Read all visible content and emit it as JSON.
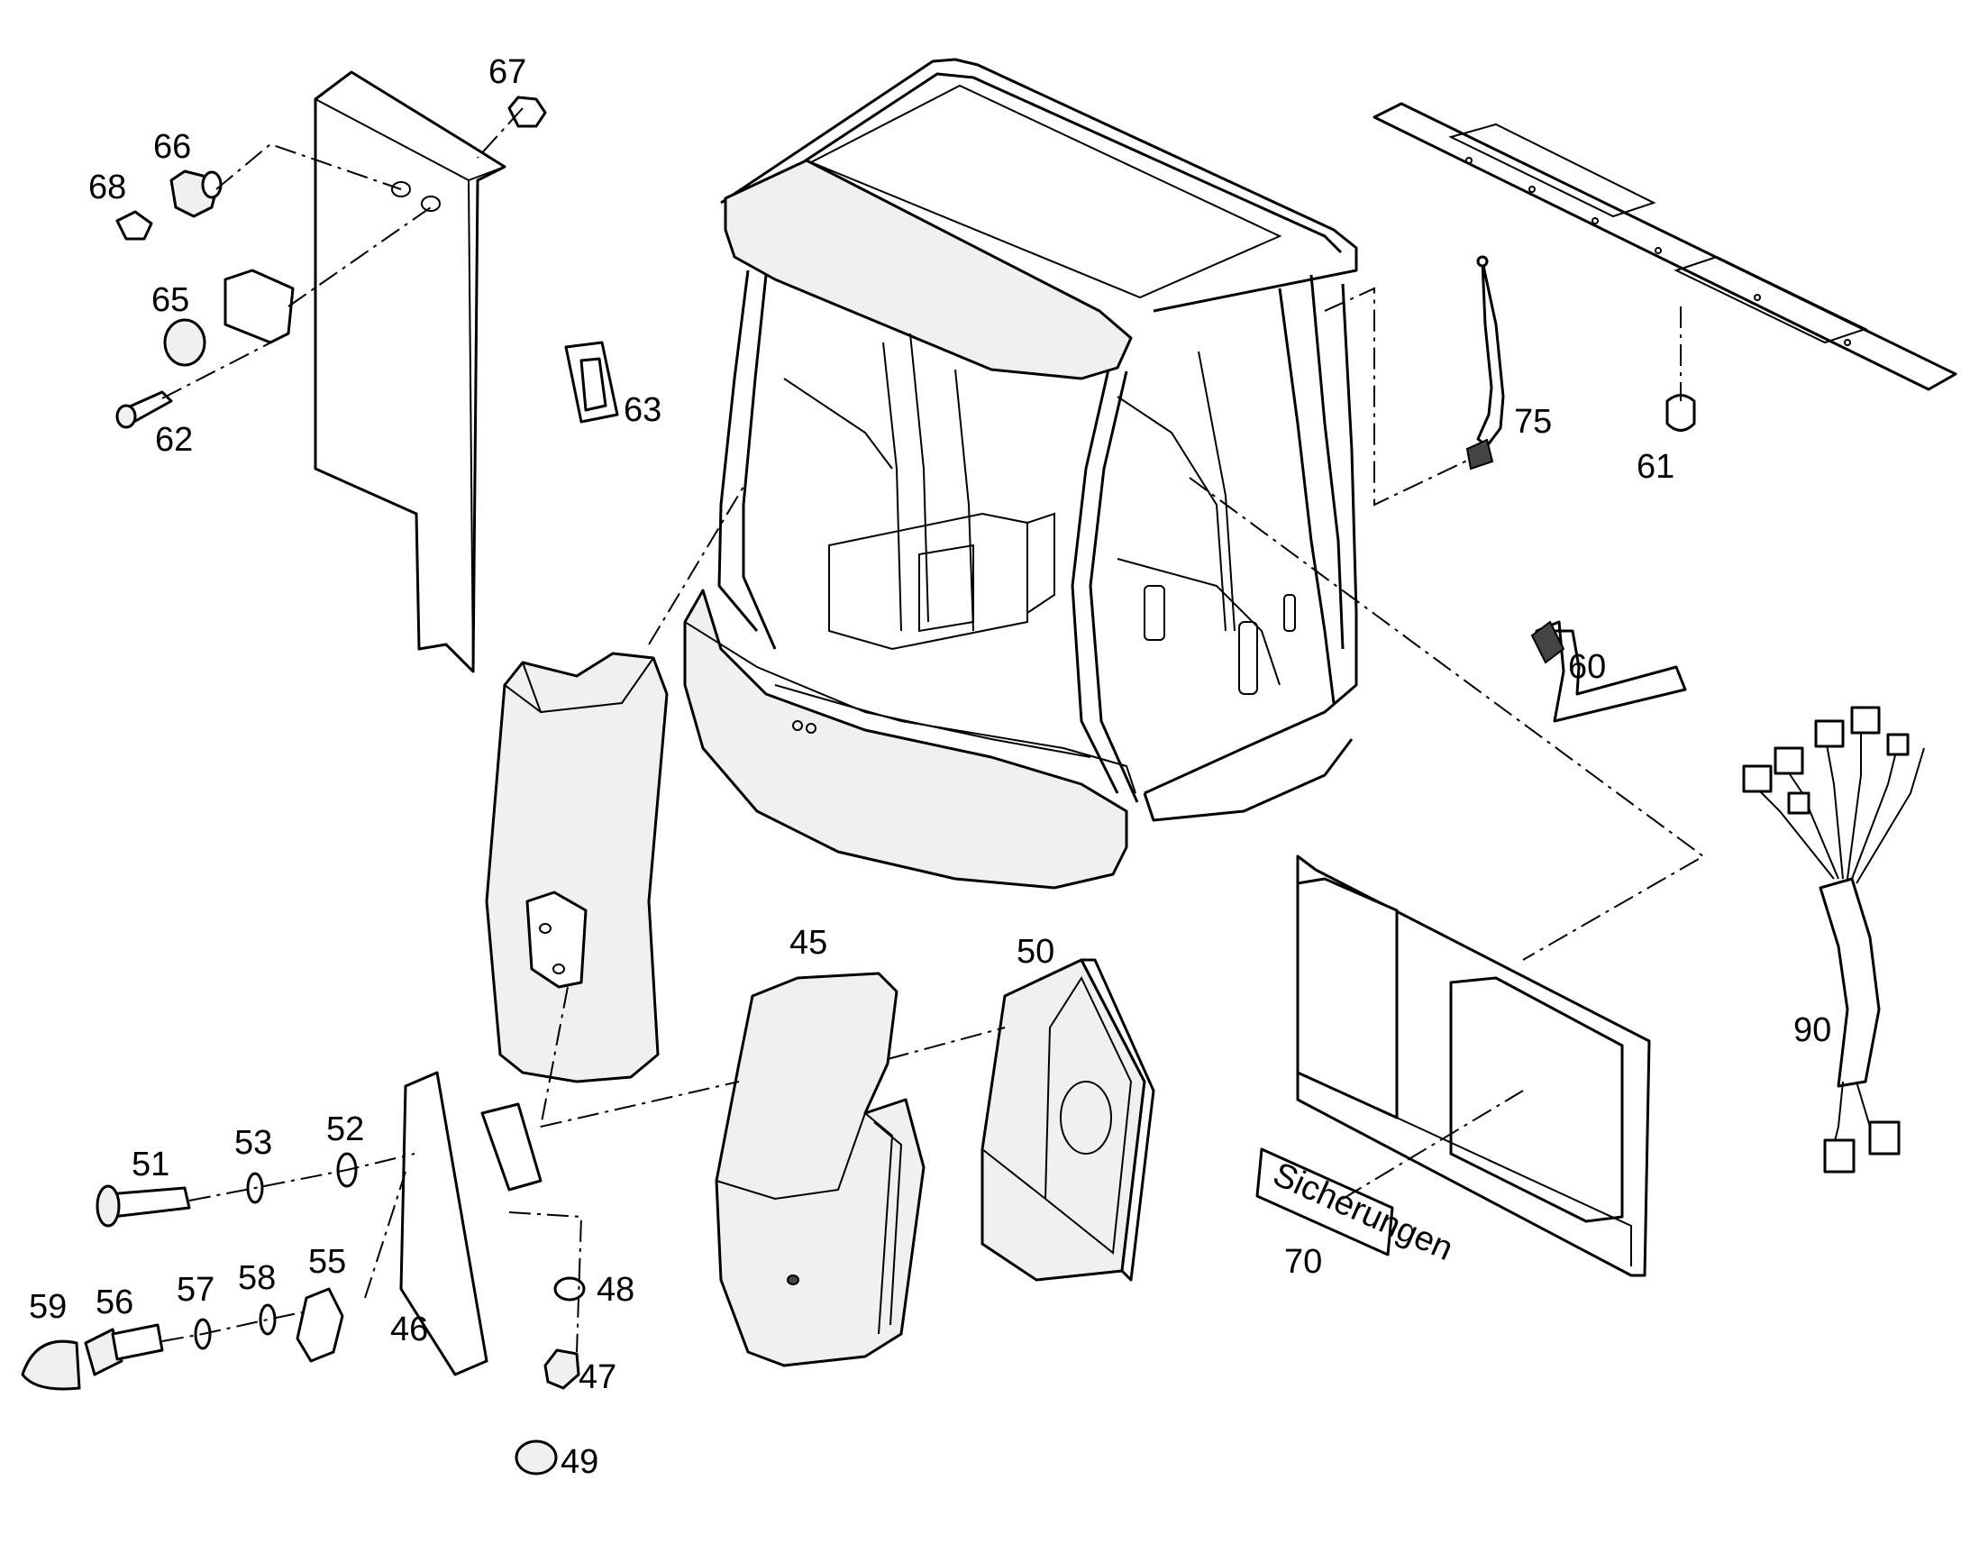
{
  "diagram": {
    "parts": [
      {
        "id": "p45",
        "label": "45"
      },
      {
        "id": "p46",
        "label": "46"
      },
      {
        "id": "p47",
        "label": "47"
      },
      {
        "id": "p48",
        "label": "48"
      },
      {
        "id": "p49",
        "label": "49"
      },
      {
        "id": "p50",
        "label": "50"
      },
      {
        "id": "p51",
        "label": "51"
      },
      {
        "id": "p52",
        "label": "52"
      },
      {
        "id": "p53",
        "label": "53"
      },
      {
        "id": "p55",
        "label": "55"
      },
      {
        "id": "p56",
        "label": "56"
      },
      {
        "id": "p57",
        "label": "57"
      },
      {
        "id": "p58",
        "label": "58"
      },
      {
        "id": "p59",
        "label": "59"
      },
      {
        "id": "p60",
        "label": "60"
      },
      {
        "id": "p61",
        "label": "61"
      },
      {
        "id": "p62",
        "label": "62"
      },
      {
        "id": "p63",
        "label": "63"
      },
      {
        "id": "p65",
        "label": "65"
      },
      {
        "id": "p66",
        "label": "66"
      },
      {
        "id": "p67",
        "label": "67"
      },
      {
        "id": "p68",
        "label": "68"
      },
      {
        "id": "p70",
        "label": "70"
      },
      {
        "id": "p75",
        "label": "75"
      },
      {
        "id": "p90",
        "label": "90"
      }
    ],
    "decal_text": "Sicherungen"
  }
}
